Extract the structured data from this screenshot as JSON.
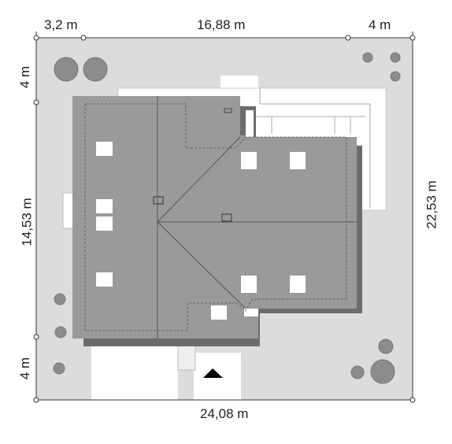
{
  "dimensions": {
    "top_left": "3,2 m",
    "top_middle": "16,88 m",
    "top_right": "4 m",
    "left_top": "4 m",
    "left_middle": "14,53 m",
    "left_bottom": "4 m",
    "right": "22,53 m",
    "bottom": "24,08 m"
  },
  "colors": {
    "plot": "#dcdcdc",
    "roof": "#9a9a9a",
    "roof_shadow": "#6c6c6c",
    "terrace": "#ffffff",
    "skylight": "#ffffff",
    "tree": "#8c8c8c",
    "entrance_arrow": "#000000"
  },
  "icons": {
    "entrance": "entrance-arrow-icon",
    "tree": "tree-icon",
    "survey_point": "survey-point-icon"
  }
}
